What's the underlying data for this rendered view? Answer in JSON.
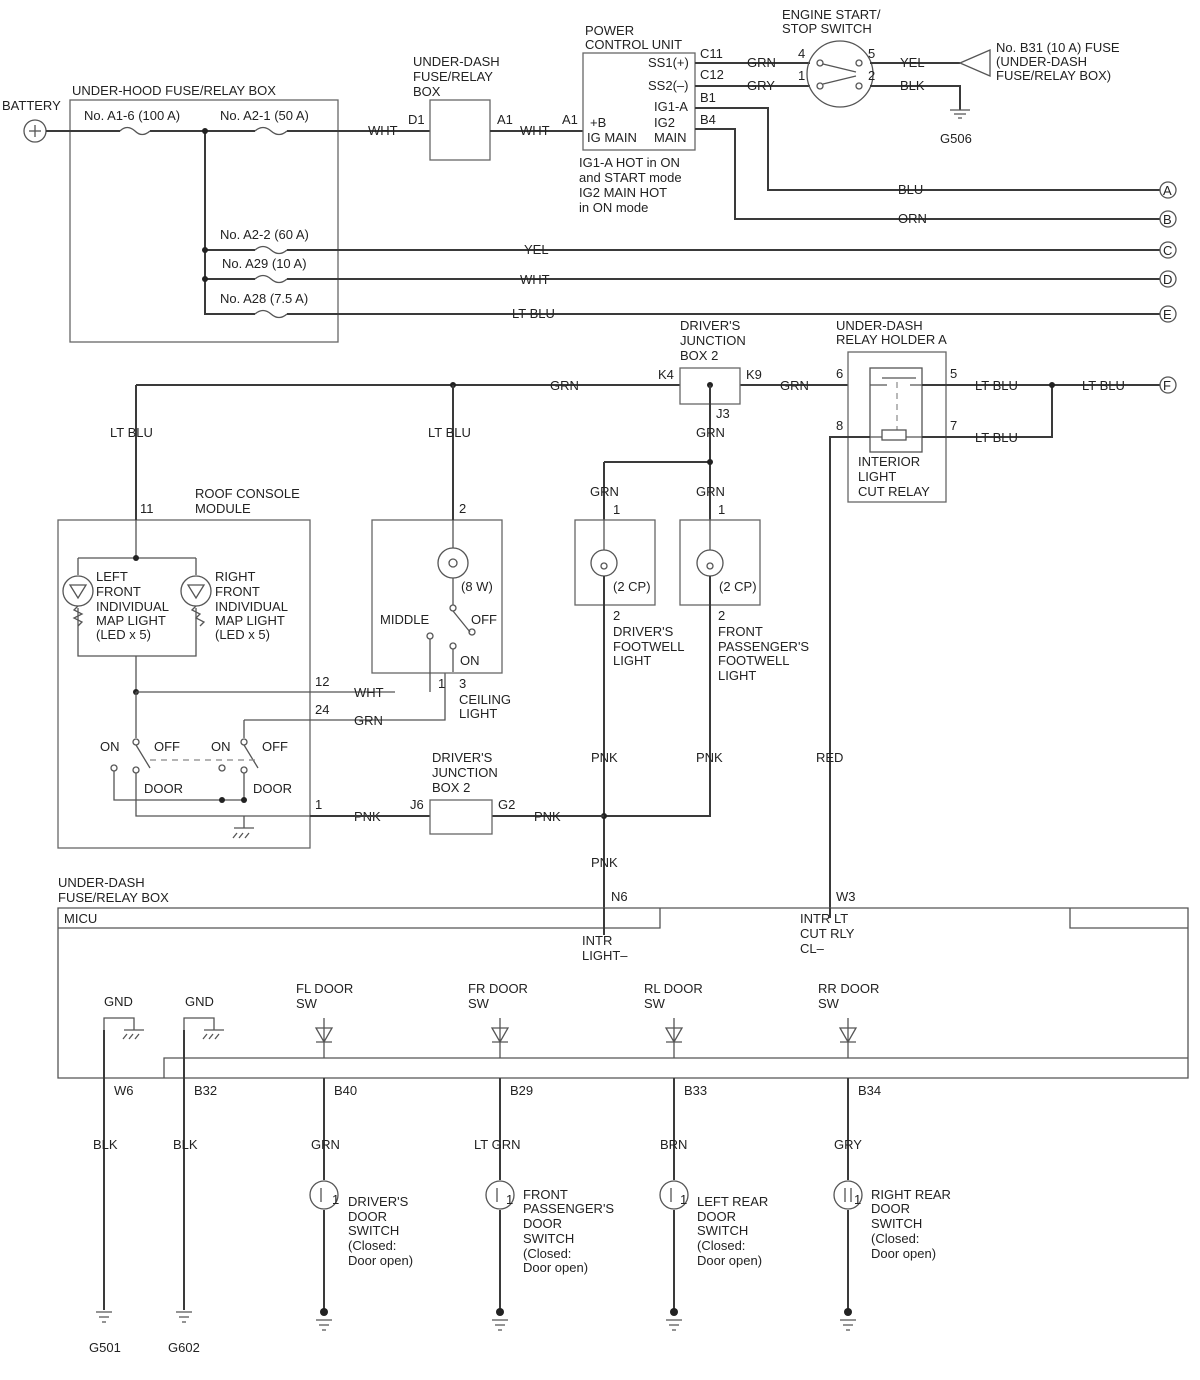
{
  "texts": {
    "battery": "BATTERY",
    "uh_box": "UNDER-HOOD FUSE/RELAY BOX",
    "fuse_a16": "No. A1-6 (100 A)",
    "fuse_a21": "No. A2-1 (50 A)",
    "fuse_a22": "No. A2-2 (60 A)",
    "fuse_a29": "No. A29 (10 A)",
    "fuse_a28": "No. A28 (7.5 A)",
    "ud_box_1": "UNDER-DASH",
    "ud_box_2": "FUSE/RELAY",
    "ud_box_3": "BOX",
    "pcu_1": "POWER",
    "pcu_2": "CONTROL UNIT",
    "pcu_ss1": "SS1(+)",
    "pcu_ss2": "SS2(–)",
    "pcu_ig1a": "IG1-A",
    "pcu_ig2": "IG2",
    "pcu_main": "MAIN",
    "pcu_b": "+B",
    "pcu_igmain": "IG MAIN",
    "pcu_note_1": "IG1-A HOT in ON",
    "pcu_note_2": "and START mode",
    "pcu_note_3": "IG2 MAIN HOT",
    "pcu_note_4": "in ON mode",
    "ess_1": "ENGINE START/",
    "ess_2": "STOP SWITCH",
    "b31_1": "No. B31 (10 A) FUSE",
    "b31_2": "(UNDER-DASH",
    "b31_3": "FUSE/RELAY BOX)",
    "g506": "G506",
    "djb2_1": "DRIVER'S",
    "djb2_2": "JUNCTION",
    "djb2_3": "BOX 2",
    "relay_1": "UNDER-DASH",
    "relay_2": "RELAY HOLDER A",
    "relay_3": "INTERIOR",
    "relay_4": "LIGHT",
    "relay_5": "CUT RELAY",
    "rcm_1": "ROOF CONSOLE",
    "rcm_2": "MODULE",
    "lf_1": "LEFT",
    "lf_2": "FRONT",
    "lf_3": "INDIVIDUAL",
    "lf_4": "MAP LIGHT",
    "lf_5": "(LED x 5)",
    "rf_1": "RIGHT",
    "rf_2": "FRONT",
    "rf_3": "INDIVIDUAL",
    "rf_4": "MAP LIGHT",
    "rf_5": "(LED x 5)",
    "on": "ON",
    "off": "OFF",
    "door": "DOOR",
    "middle": "MIDDLE",
    "w8": "(8 W)",
    "ceil_1": "CEILING",
    "ceil_2": "LIGHT",
    "cp2": "(2 CP)",
    "dfw_1": "DRIVER'S",
    "dfw_2": "FOOTWELL",
    "dfw_3": "LIGHT",
    "pfw_1": "FRONT",
    "pfw_2": "PASSENGER'S",
    "pfw_3": "FOOTWELL",
    "pfw_4": "LIGHT",
    "udfb_1": "UNDER-DASH",
    "udfb_2": "FUSE/RELAY BOX",
    "micu": "MICU",
    "intr_1": "INTR",
    "intr_2": "LIGHT–",
    "cut_1": "INTR LT",
    "cut_2": "CUT RLY",
    "cut_3": "CL–",
    "gnd": "GND",
    "fl_1": "FL DOOR",
    "fr_1": "FR DOOR",
    "rl_1": "RL DOOR",
    "rr_1": "RR DOOR",
    "sw": "SW",
    "ds_1": "DRIVER'S",
    "ds_2": "DOOR",
    "ds_3": "SWITCH",
    "closed": "(Closed:",
    "dopen": "Door open)",
    "fps_1": "FRONT",
    "fps_2": "PASSENGER'S",
    "fps_3": "DOOR",
    "fps_4": "SWITCH",
    "lrs_1": "LEFT REAR",
    "lrs_2": "DOOR",
    "lrs_3": "SWITCH",
    "rrs_1": "RIGHT REAR",
    "rrs_2": "DOOR",
    "rrs_3": "SWITCH",
    "g501": "G501",
    "g602": "G602"
  },
  "wire_colors": {
    "wht": "WHT",
    "grn": "GRN",
    "gry": "GRY",
    "yel": "YEL",
    "blk": "BLK",
    "blu": "BLU",
    "orn": "ORN",
    "ltblu": "LT BLU",
    "pnk": "PNK",
    "red": "RED",
    "ltgrn": "LT GRN",
    "brn": "BRN"
  },
  "pins": {
    "d1": "D1",
    "a1": "A1",
    "c11": "C11",
    "c12": "C12",
    "b1": "B1",
    "b4": "B4",
    "k4": "K4",
    "k9": "K9",
    "j3": "J3",
    "j6": "J6",
    "g2": "G2",
    "n6": "N6",
    "w3": "W3",
    "w6": "W6",
    "b32": "B32",
    "b40": "B40",
    "b29": "B29",
    "b33": "B33",
    "b34": "B34",
    "p1": "1",
    "p2": "2",
    "p3": "3",
    "p4": "4",
    "p5": "5",
    "p6": "6",
    "p7": "7",
    "p8": "8",
    "p11": "11",
    "p12": "12",
    "p24": "24"
  },
  "connectors": {
    "a": "A",
    "b": "B",
    "c": "C",
    "d": "D",
    "e": "E",
    "f": "F"
  }
}
